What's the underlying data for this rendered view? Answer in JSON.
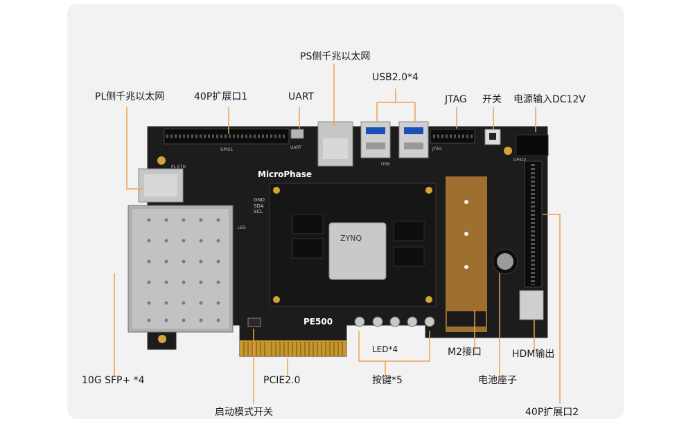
{
  "labels": {
    "ps_ethernet": "PS侧千兆以太网",
    "usb": "USB2.0*4",
    "pl_ethernet": "PL侧千兆以太网",
    "expansion1": "40P扩展口1",
    "uart": "UART",
    "jtag": "JTAG",
    "switch": "开关",
    "power": "电源输入DC12V",
    "sfp": "10G SFP+ *4",
    "pcie": "PCIE2.0",
    "buttons": "按键*5",
    "led": "LED*4",
    "m2": "M2接口",
    "hdmi": "HDM输出",
    "battery": "电池座子",
    "expansion2": "40P扩展口2",
    "boot_switch": "启动模式开关"
  },
  "board": {
    "brand": "MicroPhase",
    "model": "PE500",
    "chip_brand": "ZYNQ",
    "silk_gpio1": "GPIO1",
    "silk_uart": "UART",
    "silk_usb": "USB",
    "silk_jtag": "JTAG",
    "silk_gnd": "GND",
    "silk_sda": "SDA",
    "silk_scl": "SCL",
    "silk_led": "LED",
    "silk_gpio2": "GPIO2",
    "silk_pleth": "PL ETH"
  },
  "colors": {
    "pcb": "#1c1c1c",
    "gold": "#d4a438",
    "leader": "#f0a050",
    "background": "#f2f2f2"
  }
}
